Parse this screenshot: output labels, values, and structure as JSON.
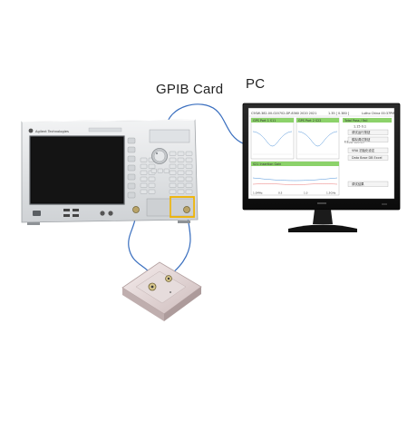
{
  "labels": {
    "gpib": "GPIB Card",
    "pc": "PC"
  },
  "instrument": {
    "brand": "Agilent Technologies"
  },
  "screen": {
    "header_left": "C5SW-382-00-020702-DP-8360 2020 2021",
    "header_mid": "1.35 [ 0.380 ]",
    "header_right": "Lutho China  00:37PM",
    "panel1_title": "GPS Port 1 S11",
    "panel2_title": "GPS Port 2 S22",
    "panel3_title": "S21 Insertion Gain",
    "right_title": "Total Pass / Fail",
    "buttons": [
      "调试运行按钮",
      "模拟调试按钮",
      "VNA 初始化设定",
      "Data Base DB Excel",
      "调试结果"
    ],
    "right_labels": [
      "1.15 0.1",
      "F.ESD Lauren"
    ],
    "axis": [
      "1.0MHz",
      "0.5",
      "1.0",
      "1.5GHz"
    ]
  },
  "colors": {
    "cable": "#3a6fbf",
    "panel_header": "#8cd26a",
    "trace": "#4a90d9",
    "highlight": "#f0b400"
  }
}
